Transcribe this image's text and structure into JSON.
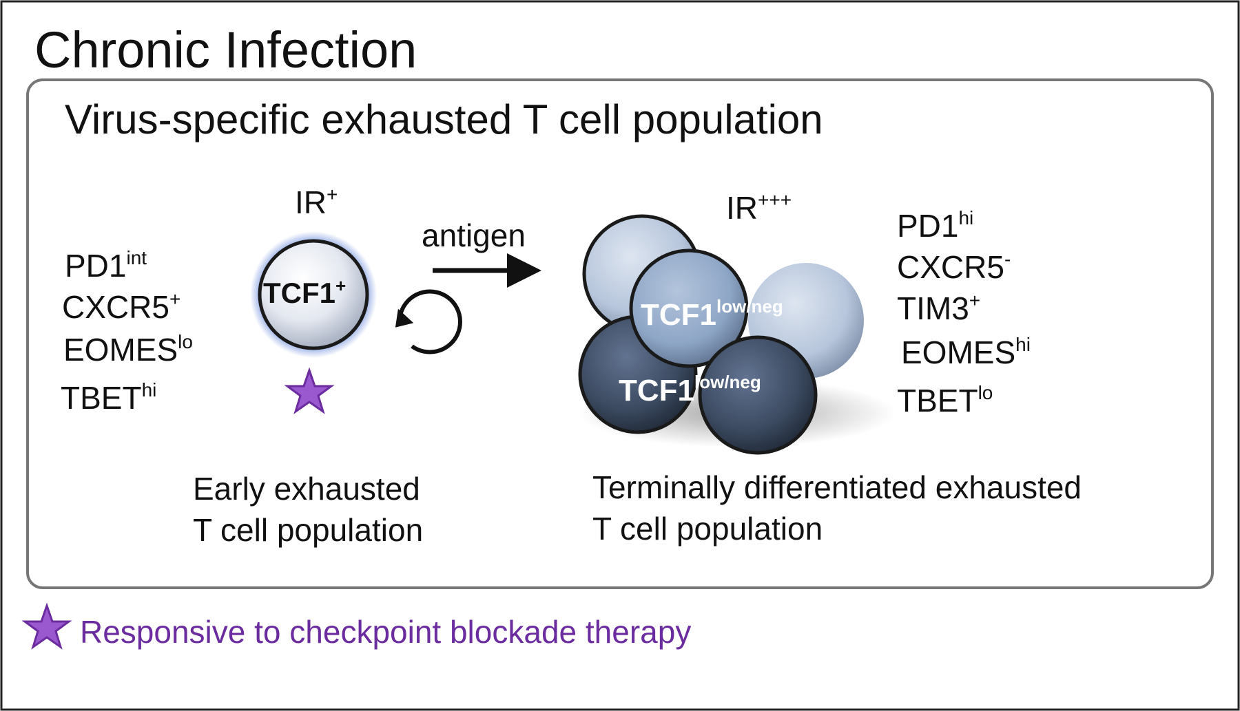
{
  "title": "Chronic Infection",
  "panel": {
    "heading": "Virus-specific exhausted T cell population"
  },
  "early": {
    "ir_base": "IR",
    "ir_sup": "+",
    "cell_base": "TCF1",
    "cell_sup": "+",
    "markers": [
      {
        "base": "PD1",
        "sup": "int"
      },
      {
        "base": "CXCR5",
        "sup": "+"
      },
      {
        "base": "EOMES",
        "sup": "lo"
      },
      {
        "base": "TBET",
        "sup": "hi"
      }
    ],
    "caption_line1": "Early exhausted",
    "caption_line2": "T cell population"
  },
  "arrow": {
    "label": "antigen"
  },
  "terminal": {
    "ir_base": "IR",
    "ir_sup": "+++",
    "cell_base": "TCF1",
    "cell_sup": "low/neg",
    "markers": [
      {
        "base": "PD1",
        "sup": "hi"
      },
      {
        "base": "CXCR5",
        "sup": "-"
      },
      {
        "base": "TIM3",
        "sup": "+"
      },
      {
        "base": "EOMES",
        "sup": "hi"
      },
      {
        "base": "TBET",
        "sup": "lo"
      }
    ],
    "caption_line1": "Terminally differentiated exhausted",
    "caption_line2": "T cell population"
  },
  "legend": {
    "text": "Responsive to checkpoint blockade therapy",
    "star_color": "#9b59d0",
    "text_color": "#6a2c9e"
  },
  "colors": {
    "early_cell": "#e4e8f0",
    "early_glow": "#5b7fd6",
    "light_cell": "#b7c6dc",
    "mid_cell": "#8ea6c6",
    "dark_cell": "#3b4a60"
  }
}
